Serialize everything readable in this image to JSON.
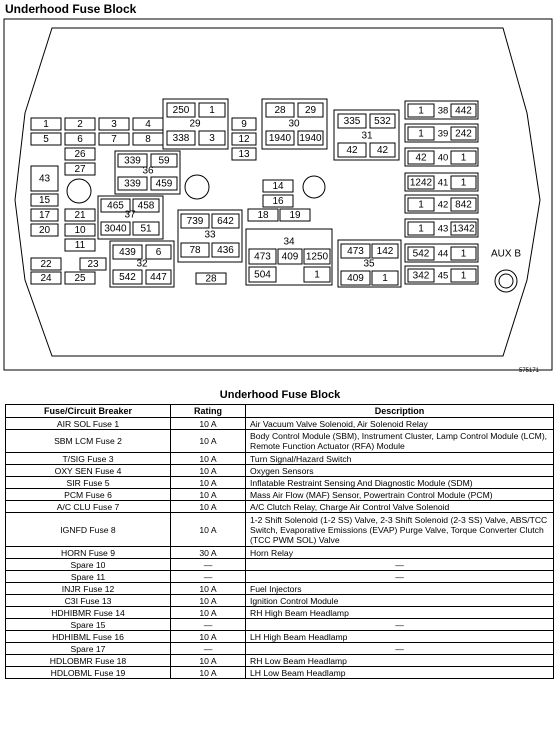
{
  "diagram_title": "Underhood Fuse Block",
  "image_code": "575171",
  "aux_label": "AUX B",
  "fuse_labels": [
    "1",
    "2",
    "3",
    "4",
    "5",
    "6",
    "7",
    "8",
    "9",
    "10",
    "11",
    "12",
    "13",
    "14",
    "15",
    "16",
    "17",
    "18",
    "19",
    "20",
    "21",
    "22",
    "23",
    "24",
    "25",
    "26",
    "27",
    "28",
    "29",
    "30",
    "31",
    "32",
    "33",
    "34",
    "35",
    "36",
    "37",
    "38",
    "39",
    "40",
    "41",
    "42",
    "43",
    "44",
    "45"
  ],
  "relay_labels": {
    "r29": [
      "250",
      "1",
      "338",
      "3"
    ],
    "r30": [
      "28",
      "29",
      "1940",
      "1940"
    ],
    "r31": [
      "335",
      "532",
      "42",
      "42"
    ],
    "r36": [
      "339",
      "59",
      "339",
      "459"
    ],
    "r37": [
      "465",
      "458",
      "3040",
      "51"
    ],
    "r32": [
      "439",
      "6",
      "542",
      "447"
    ],
    "r33": [
      "739",
      "642",
      "78",
      "436"
    ],
    "r34": [
      "473",
      "409",
      "1250",
      "504",
      "1"
    ],
    "r35": [
      "473",
      "142",
      "409",
      "1"
    ],
    "r38": [
      "1",
      "442"
    ],
    "r39": [
      "1",
      "242"
    ],
    "r40": [
      "42",
      "1"
    ],
    "r41": [
      "1242",
      "1"
    ],
    "r42": [
      "1",
      "842"
    ],
    "r43": [
      "1",
      "1342"
    ],
    "r44": [
      "542",
      "1"
    ],
    "r45": [
      "342",
      "1"
    ]
  },
  "table": {
    "title": "Underhood Fuse Block",
    "headers": [
      "Fuse/Circuit Breaker",
      "Rating",
      "Description"
    ],
    "rows": [
      {
        "name": "AIR SOL Fuse 1",
        "rating": "10 A",
        "desc": "Air Vacuum Valve Solenoid, Air Solenoid Relay"
      },
      {
        "name": "SBM LCM Fuse 2",
        "rating": "10 A",
        "desc": "Body Control Module (SBM), Instrument Cluster, Lamp Control Module (LCM), Remote Function Actuator (RFA) Module"
      },
      {
        "name": "T/SIG Fuse 3",
        "rating": "10 A",
        "desc": "Turn Signal/Hazard Switch"
      },
      {
        "name": "OXY SEN Fuse 4",
        "rating": "10 A",
        "desc": "Oxygen Sensors"
      },
      {
        "name": "SIR Fuse 5",
        "rating": "10 A",
        "desc": "Inflatable Restraint Sensing And Diagnostic Module (SDM)"
      },
      {
        "name": "PCM Fuse 6",
        "rating": "10 A",
        "desc": "Mass Air Flow (MAF) Sensor, Powertrain Control Module (PCM)"
      },
      {
        "name": "A/C CLU Fuse 7",
        "rating": "10 A",
        "desc": "A/C Clutch Relay, Charge Air Control Valve Solenoid"
      },
      {
        "name": "IGNFD Fuse 8",
        "rating": "10 A",
        "desc": "1-2 Shift Solenoid (1-2 SS) Valve, 2-3 Shift Solenoid (2-3 SS) Valve, ABS/TCC Switch, Evaporative Emissions  (EVAP) Purge Valve, Torque Converter Clutch (TCC PWM SOL) Valve"
      },
      {
        "name": "HORN Fuse 9",
        "rating": "30 A",
        "desc": "Horn Relay"
      },
      {
        "name": "Spare 10",
        "rating": "—",
        "desc": "—"
      },
      {
        "name": "Spare 11",
        "rating": "—",
        "desc": "—"
      },
      {
        "name": "INJR Fuse 12",
        "rating": "10 A",
        "desc": "Fuel Injectors"
      },
      {
        "name": "C3I Fuse 13",
        "rating": "10 A",
        "desc": "Ignition Control Module"
      },
      {
        "name": "HDHIBMR Fuse 14",
        "rating": "10 A",
        "desc": "RH High Beam Headlamp"
      },
      {
        "name": "Spare 15",
        "rating": "—",
        "desc": "—"
      },
      {
        "name": "HDHIBML Fuse 16",
        "rating": "10 A",
        "desc": "LH High Beam Headlamp"
      },
      {
        "name": "Spare 17",
        "rating": "—",
        "desc": "—"
      },
      {
        "name": "HDLOBMR Fuse 18",
        "rating": "10 A",
        "desc": "RH Low Beam Headlamp"
      },
      {
        "name": "HDLOBML Fuse 19",
        "rating": "10 A",
        "desc": "LH Low Beam Headlamp"
      }
    ]
  }
}
